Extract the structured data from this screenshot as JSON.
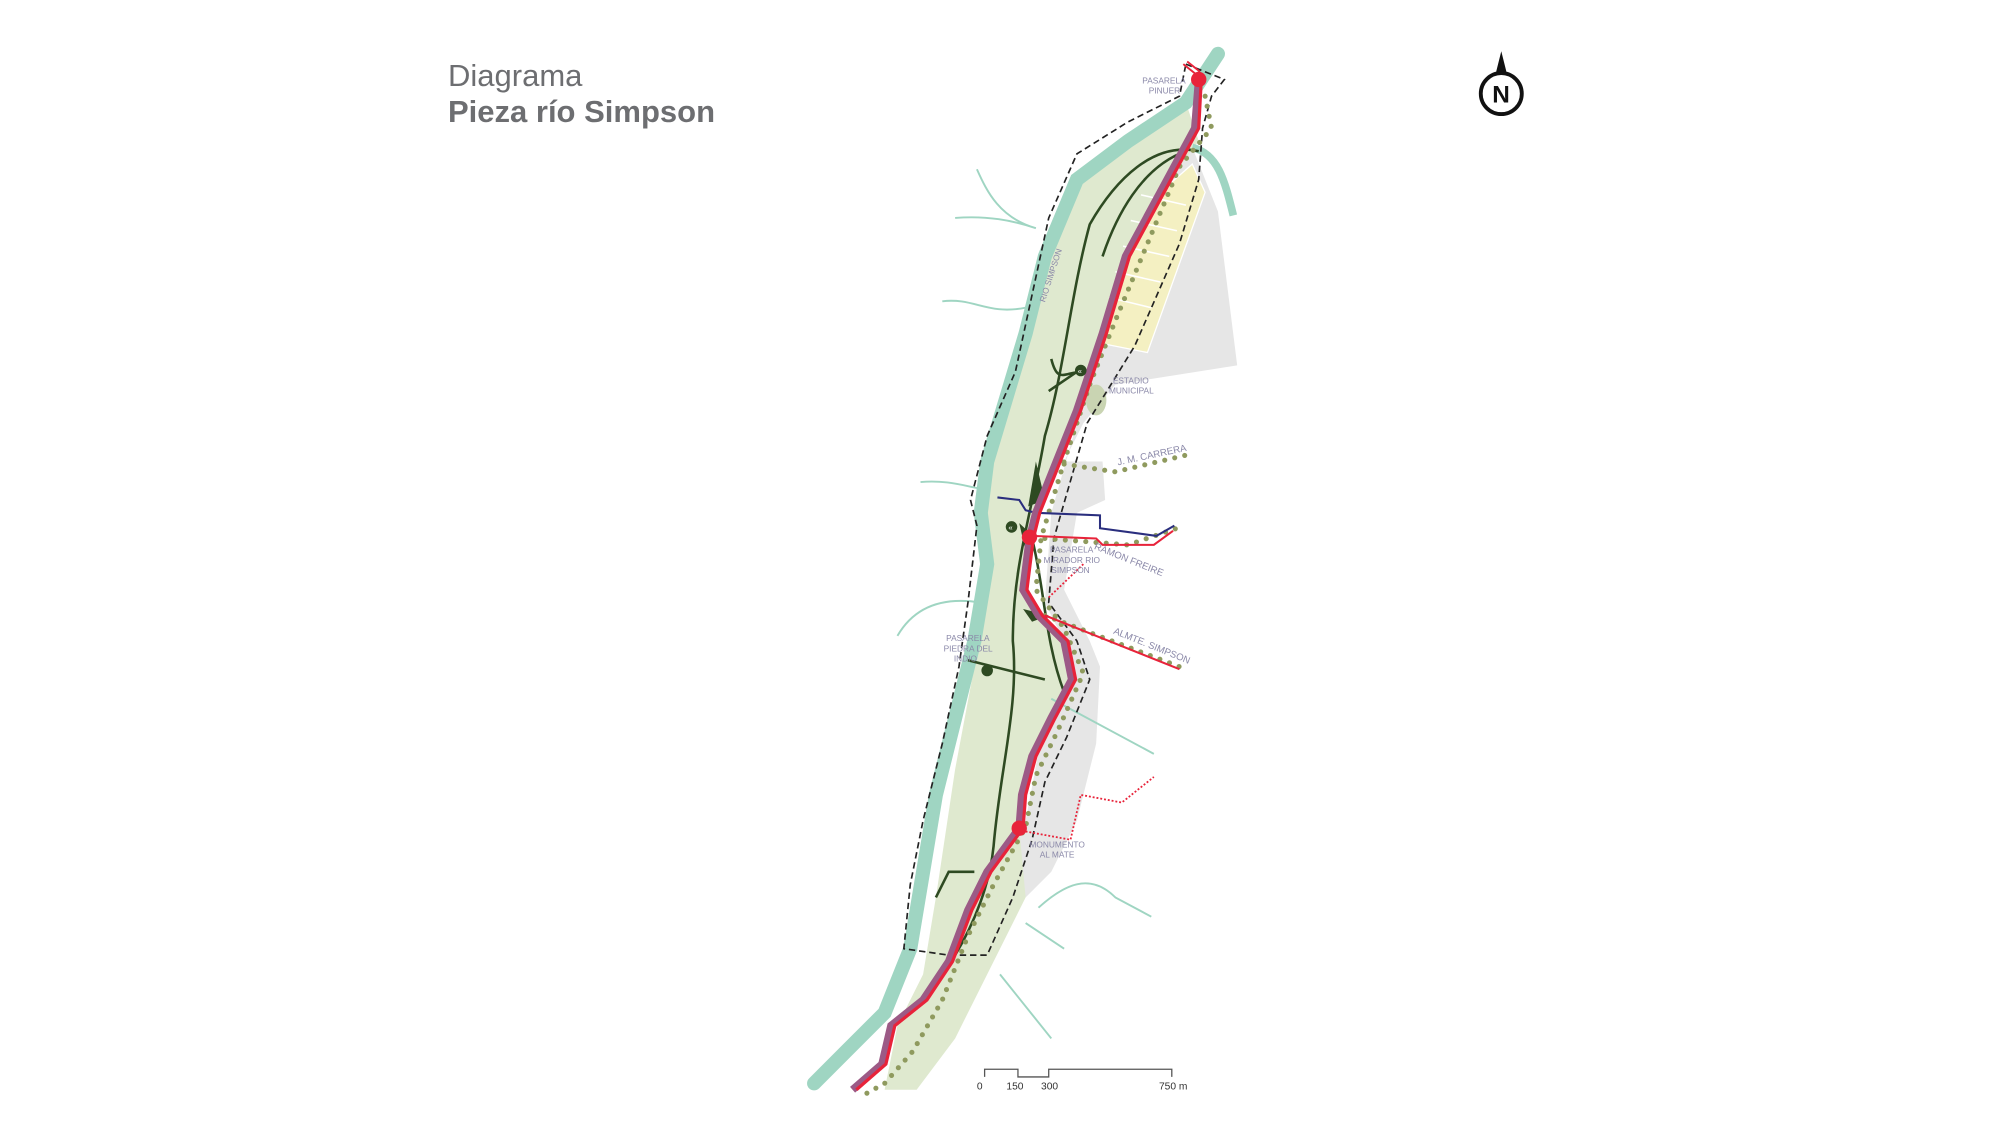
{
  "header": {
    "title_line1": "Diagrama",
    "title_line2": "Pieza río Simpson"
  },
  "north_arrow": {
    "letter": "N"
  },
  "labels": {
    "pasarela_pinuer": [
      "PASARELA",
      "PINUER"
    ],
    "rio_simpson": "RIO SIMPSON",
    "estadio_municipal": [
      "ESTADIO",
      "MUNICIPAL"
    ],
    "jm_carrera": "J. M. CARRERA",
    "pasarela_mirador": [
      "PASARELA",
      "MIRADOR RIO",
      "SIMPSON"
    ],
    "ramon_freire": "RAMON FREIRE",
    "almte_simpson": "ALMTE. SIMPSON",
    "pasarela_piedra": [
      "PASARELA",
      "PIEDRA DEL",
      "INDIO"
    ],
    "monumento_mate": [
      "MONUMENTO",
      "AL MATE"
    ]
  },
  "scale_bar": {
    "ticks": [
      "0",
      "150",
      "300",
      "750 m"
    ]
  },
  "colors": {
    "river": "#9fd5c2",
    "park": "#dfe9cf",
    "urban": "#e6e6e6",
    "lots": "#f4f0c2",
    "route": "#e8233a",
    "route_inner": "#9c5a86",
    "trail": "#2e4a22",
    "tree_dots": "#8f9a5e",
    "blue_line": "#2a2e7e",
    "label": "#8a88a8",
    "title": "#6d6e71"
  }
}
